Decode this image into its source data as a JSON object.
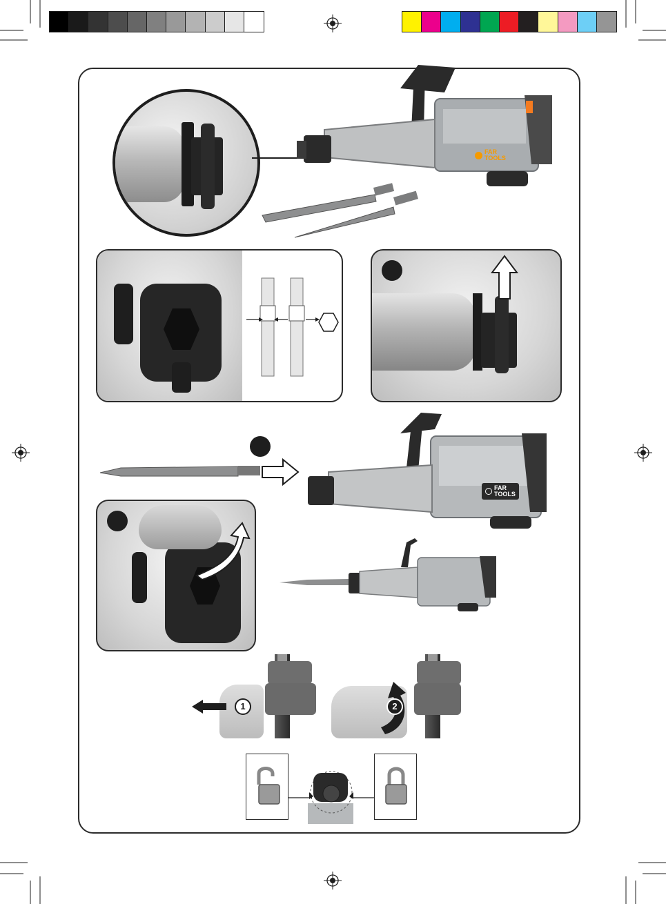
{
  "brand": {
    "logo_line1": "FAR",
    "logo_line2": "TOOLS",
    "accent_color": "#f59a00"
  },
  "color_bar": {
    "greys": [
      "#000000",
      "#1a1a1a",
      "#333333",
      "#4d4d4d",
      "#666666",
      "#808080",
      "#999999",
      "#b3b3b3",
      "#cccccc",
      "#e6e6e6",
      "#ffffff"
    ],
    "colors": [
      "#fff200",
      "#ec008c",
      "#00aeef",
      "#2e3192",
      "#00a651",
      "#ed1c24",
      "#231f20",
      "#fff799",
      "#f49ac1",
      "#6dcff6",
      "#959595"
    ]
  },
  "icons": {
    "registration_mark": "registration-target-icon",
    "hexagon": "hexagon-icon",
    "arrow_up": "arrow-up-icon",
    "arrow_right": "arrow-right-icon",
    "arrow_left": "arrow-left-icon",
    "rotate_arrow": "rotate-arrow-icon",
    "padlock_open": "padlock-open-icon",
    "padlock_closed": "padlock-closed-icon"
  },
  "steps": {
    "pull": "1",
    "rotate": "2"
  }
}
